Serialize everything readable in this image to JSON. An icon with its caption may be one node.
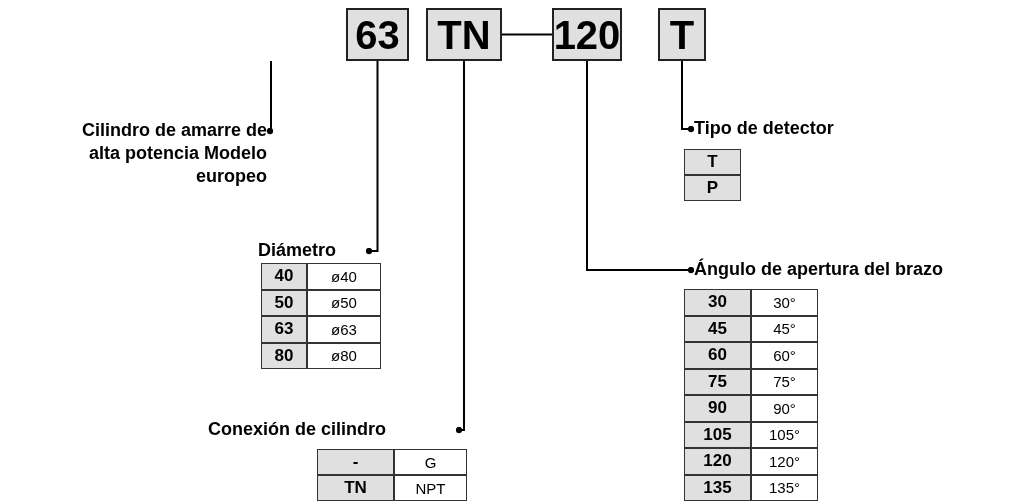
{
  "diagram": {
    "nodes": [
      {
        "text": [
          "63"
        ]
      },
      {
        "text": [
          "TN"
        ]
      },
      {
        "text": [
          "120"
        ]
      },
      {
        "text": [
          "T"
        ]
      },
      {
        "text": [
          "Cilindro de amarre de alta potencia Modelo europeo"
        ]
      },
      {
        "text": [
          "Tipo de detector"
        ]
      },
      {
        "text": [
          "Diámetro"
        ]
      },
      {
        "text": [
          "Ángulo de apertura del brazo"
        ]
      },
      {
        "text": [
          "Conexión de cilindro"
        ]
      }
    ],
    "edges": [
      {
        "from": null,
        "to": 4,
        "arrow": "other"
      },
      {
        "from": 3,
        "to": 5,
        "arrow": "other"
      },
      {
        "from": 0,
        "to": 6,
        "arrow": "other"
      },
      {
        "from": 2,
        "to": 7,
        "arrow": "other"
      },
      {
        "from": 1,
        "to": 8,
        "arrow": "other"
      },
      {
        "from": 1,
        "to": 2,
        "arrow": "none"
      }
    ],
    "labels": [
      "T",
      "P",
      "40",
      "ø40",
      "50",
      "ø50",
      "63",
      "ø63",
      "80",
      "ø80",
      "30",
      "30°",
      "45",
      "45°",
      "60",
      "60°",
      "75",
      "75°",
      "90",
      "90°",
      "105",
      "105°",
      "120",
      "120°",
      "135",
      "135°",
      "-",
      "G",
      "TN",
      "NPT"
    ]
  }
}
